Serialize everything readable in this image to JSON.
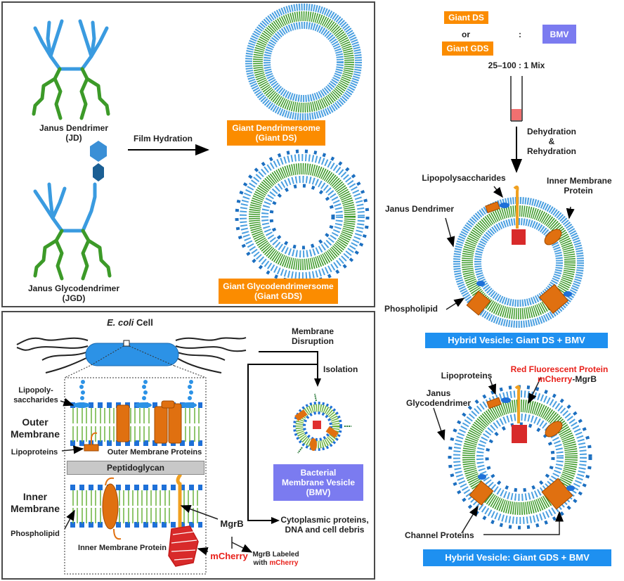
{
  "panel_top_left": {
    "molecule_jd": {
      "name": "Janus Dendrimer",
      "abbr": "(JD)"
    },
    "molecule_jgd": {
      "name": "Janus Glycodendrimer",
      "abbr": "(JGD)"
    },
    "process_arrow_label": "Film Hydration",
    "vesicle_ds": {
      "line1": "Giant Dendrimersome",
      "line2": "(Giant DS)"
    },
    "vesicle_gds": {
      "line1": "Giant Glycodendrimersome",
      "line2": "(Giant GDS)"
    }
  },
  "panel_bottom_left": {
    "cell_title_italic": "E. coli",
    "cell_title_rest": "Cell",
    "labels": {
      "lipopolysaccharides_1": "Lipopoly-",
      "lipopolysaccharides_2": "saccharides",
      "outer_membrane_1": "Outer",
      "outer_membrane_2": "Membrane",
      "lipoproteins": "Lipoproteins",
      "outer_membrane_proteins": "Outer Membrane Proteins",
      "peptidoglycan": "Peptidoglycan",
      "inner_membrane_1": "Inner",
      "inner_membrane_2": "Membrane",
      "phospholipid": "Phospholipid",
      "inner_membrane_protein": "Inner Membrane Protein",
      "mgrb": "MgrB",
      "mcherry": "mCherry",
      "mgrb_labeled_1": "MgrB Labeled",
      "mgrb_labeled_2_prefix": "with",
      "mgrb_labeled_2_red": "mCherry"
    },
    "process": {
      "membrane_disruption_1": "Membrane",
      "membrane_disruption_2": "Disruption",
      "isolation": "Isolation",
      "debris_1": "Cytoplasmic proteins,",
      "debris_2": "DNA and cell debris"
    },
    "bmv_box": {
      "line1": "Bacterial",
      "line2": "Membrane Vesicle",
      "line3": "(BMV)"
    }
  },
  "panel_right": {
    "mix": {
      "option_1": "Giant DS",
      "or": "or",
      "option_2": "Giant GDS",
      "colon": ":",
      "bmv": "BMV",
      "ratio": "25–100 : 1 Mix"
    },
    "step": {
      "line1": "Dehydration",
      "line2": "&",
      "line3": "Rehydration"
    },
    "hybrid_ds": {
      "labels": {
        "lipopolysaccharides": "Lipopolysaccharides",
        "inner_membrane_protein_1": "Inner Membrane",
        "inner_membrane_protein_2": "Protein",
        "janus_dendrimer": "Janus Dendrimer",
        "phospholipid": "Phospholipid"
      },
      "title": "Hybrid Vesicle: Giant DS + BMV"
    },
    "hybrid_gds": {
      "labels": {
        "lipoproteins": "Lipoproteins",
        "rfp": "Red Fluorescent Protein",
        "mcherry": "mCherry",
        "mgrb_suffix": "-MgrB",
        "janus_1": "Janus",
        "janus_2": "Glycodendrimer",
        "channel_proteins": "Channel Proteins"
      },
      "title": "Hybrid Vesicle: Giant GDS + BMV"
    }
  },
  "colors": {
    "dendron_blue": "#3a9be0",
    "alkyl_green": "#3c9a28",
    "orange_box": "#fb8c00",
    "bmv_purple": "#7b7bf0",
    "hybrid_blue": "#1e90f0",
    "mcherry_red": "#e8201a",
    "protein_orange": "#e07010"
  }
}
